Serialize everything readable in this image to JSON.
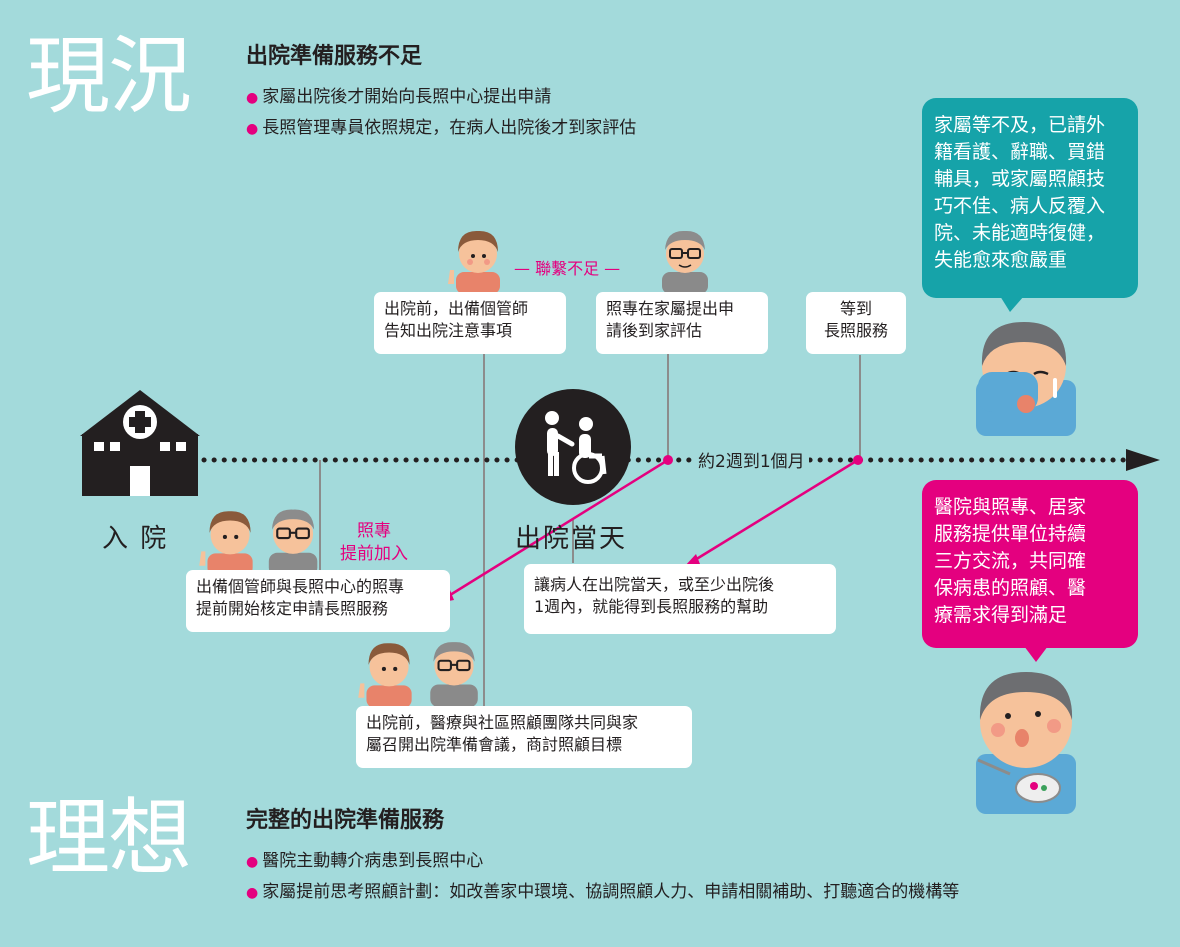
{
  "current": {
    "big_word": "現況",
    "title": "出院準備服務不足",
    "bullets": [
      "家屬出院後才開始向長照中心提出申請",
      "長照管理專員依照規定，在病人出院後才到家評估"
    ]
  },
  "ideal": {
    "big_word": "理想",
    "title": "完整的出院準備服務",
    "bullets": [
      "醫院主動轉介病患到長照中心",
      "家屬提前思考照顧計劃：如改善家中環境、協調照顧人力、申請相關補助、打聽適合的機構等"
    ]
  },
  "timeline": {
    "admission_label": "入 院",
    "discharge_label": "出院當天",
    "duration_label": "約2週到1個月"
  },
  "top_notes": {
    "poor_contact": "— 聯繫不足 —",
    "card1": [
      "出院前，出備個管師",
      "告知出院注意事項"
    ],
    "card2": [
      "照專在家屬提出申",
      "請後到家評估"
    ],
    "card3": [
      "等到",
      "長照服務"
    ]
  },
  "bottom_notes": {
    "early_join": [
      "照專",
      "提前加入"
    ],
    "card_left": [
      "出備個管師與長照中心的照專",
      "提前開始核定申請長照服務"
    ],
    "card_right": [
      "讓病人在出院當天，或至少出院後",
      "1週內，就能得到長照服務的幫助"
    ],
    "card_bottom": [
      "出院前，醫療與社區照顧團隊共同與家",
      "屬召開出院準備會議，商討照顧目標"
    ]
  },
  "bubbles": {
    "teal": [
      "家屬等不及，已請外",
      "籍看護、辭職、買錯",
      "輔具，或家屬照顧技",
      "巧不佳、病人反覆入",
      "院、未能適時復健，",
      "失能愈來愈嚴重"
    ],
    "pink": [
      "醫院與照專、居家",
      "服務提供單位持續",
      "三方交流，共同確",
      "保病患的照顧、醫",
      "療需求得到滿足"
    ]
  },
  "icons": [
    "hospital-icon",
    "wheelchair-icon",
    "case-manager-icon",
    "care-specialist-icon",
    "crying-patient-icon",
    "happy-patient-icon"
  ],
  "colors": {
    "background": "#a3dadb",
    "accent_pink": "#e4007f",
    "teal": "#16a3a9",
    "card": "#ffffff"
  }
}
